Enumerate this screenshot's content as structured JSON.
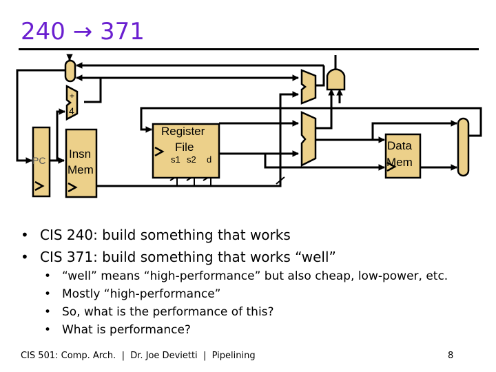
{
  "title": "240 → 371",
  "diagram": {
    "pc": "PC",
    "adder_plus": "+",
    "adder_four": "4",
    "insn_mem": [
      "Insn",
      "Mem"
    ],
    "register_file": [
      "Register",
      "File"
    ],
    "reg_ports": [
      "s1",
      "s2",
      "d"
    ],
    "data_mem": [
      "Data",
      "Mem"
    ],
    "fill_color": "#ecd08a"
  },
  "bullets": [
    "CIS 240: build something that works",
    "CIS 371: build something that works “well”"
  ],
  "sub_bullets": [
    "“well” means “high-performance” but also cheap, low-power, etc.",
    "Mostly “high-performance”",
    "So, what is the performance of this?",
    "What is performance?"
  ],
  "bullet_symbol": "•",
  "footer": "CIS 501: Comp. Arch.  |  Dr. Joe Devietti  |  Pipelining",
  "page_number": "8",
  "title_color": "#6a1fd0"
}
